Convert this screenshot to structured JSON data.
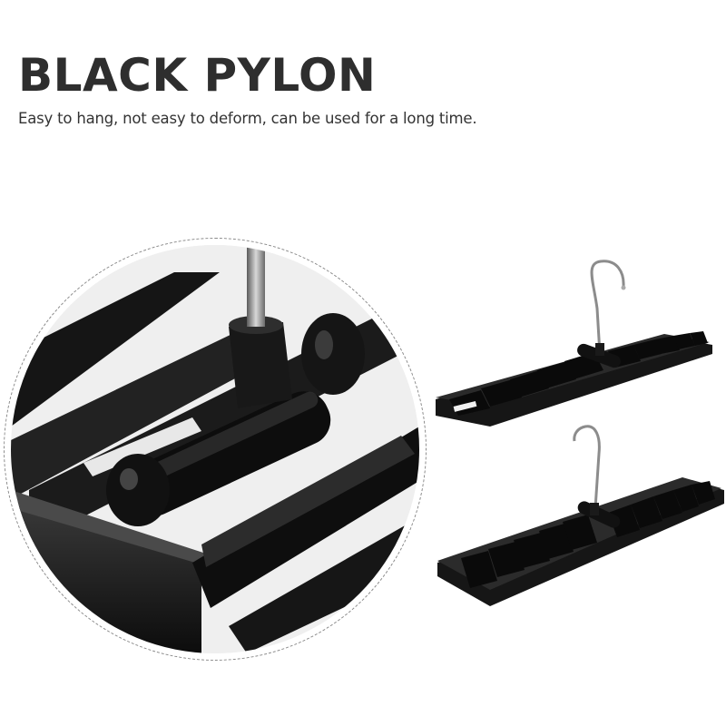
{
  "header": {
    "title": "BLACK PYLON",
    "subtitle": "Easy to hang, not easy to deform, can be used for a long time."
  },
  "images": {
    "closeup": {
      "label": "closeup-of-hanger-swivel-joint",
      "frame_style": "dashed-circle"
    },
    "hanger_top": {
      "label": "tie-rack-hanger-angled-view-1",
      "slots": 11
    },
    "hanger_bottom": {
      "label": "tie-rack-hanger-angled-view-2",
      "slots": 11
    }
  },
  "colors": {
    "title": "#2e2e2e",
    "text": "#333333",
    "plastic": "#1a1a1a",
    "metal": "#9a9a9a",
    "frame": "#8a8a8a"
  }
}
